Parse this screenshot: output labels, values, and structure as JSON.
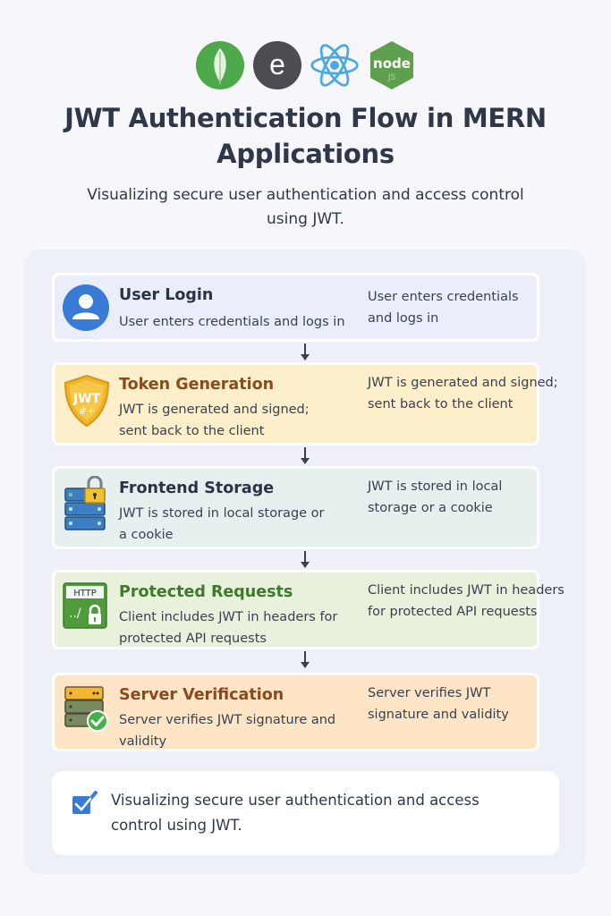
{
  "logos": [
    {
      "name": "mongodb-logo",
      "color": "#4ea94b"
    },
    {
      "name": "express-logo",
      "label": "e",
      "color": "#4b4d52"
    },
    {
      "name": "react-logo",
      "color": "#4aa9e0"
    },
    {
      "name": "nodejs-logo",
      "label": "node",
      "sublabel": "JS",
      "color": "#5fa04e"
    }
  ],
  "header": {
    "title": "JWT Authentication Flow in MERN Applications",
    "subtitle": "Visualizing secure user authentication and access control using JWT."
  },
  "steps": [
    {
      "title": "User Login",
      "desc": "User enters credentials and logs in",
      "side": "User enters credentials and logs in",
      "icon": "user-icon",
      "bg": "#e9eefa",
      "title_color": "#2b3444"
    },
    {
      "title": "Token Generation",
      "desc": "JWT is generated and signed; sent back to the client",
      "side": "JWT is generated and signed; sent back to the client",
      "icon": "jwt-shield-icon",
      "icon_label": "JWT",
      "bg": "#fcefca",
      "title_color": "#8a4a1e"
    },
    {
      "title": "Frontend Storage",
      "desc": "JWT is stored in local storage or a cookie",
      "side": "JWT is stored in local storage or a cookie",
      "icon": "storage-lock-icon",
      "bg": "#e6f1ef",
      "title_color": "#2b3444"
    },
    {
      "title": "Protected Requests",
      "desc": "Client includes JWT in headers for protected API requests",
      "side": "Client includes JWT in headers for protected API requests",
      "icon": "http-lock-icon",
      "icon_label": "HTTP",
      "bg": "#e8f1dc",
      "title_color": "#3d7a2a"
    },
    {
      "title": "Server Verification",
      "desc": "Server verifies JWT signature and validity",
      "side": "Server verifies JWT signature and validity",
      "icon": "server-check-icon",
      "bg": "#fde5c6",
      "title_color": "#8a4a1e"
    }
  ],
  "footer": {
    "text": "Visualizing secure user authentication and access control using JWT.",
    "checked": true,
    "check_color": "#3a7bd5"
  }
}
